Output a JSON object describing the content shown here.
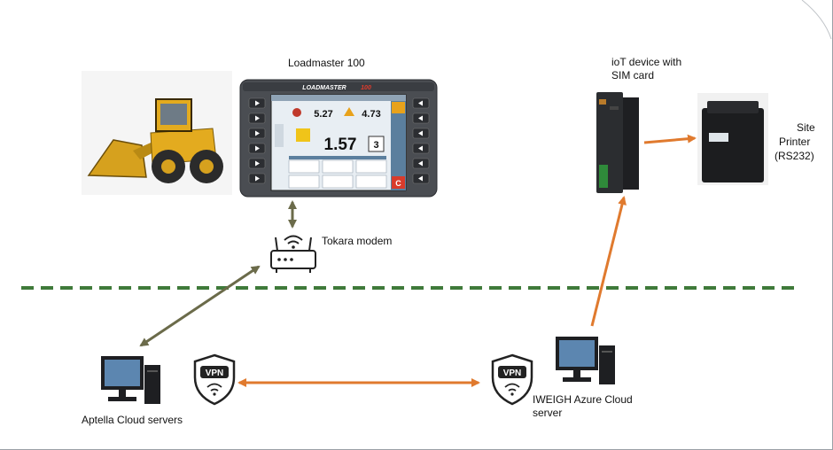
{
  "labels": {
    "loadmaster": "Loadmaster 100",
    "iot_line1": "ioT device with",
    "iot_line2": "SIM card",
    "printer_line1": "Site",
    "printer_line2": "Printer",
    "printer_line3": "(RS232)",
    "modem": "Tokara modem",
    "aptella": "Aptella Cloud servers",
    "iweigh_line1": "IWEIGH Azure Cloud",
    "iweigh_line2": "server"
  },
  "loadmaster_screen": {
    "brand": "LOADMASTER",
    "model": "100",
    "value_left": "5.27",
    "value_right": "4.73",
    "main_value": "1.57",
    "count": "3"
  },
  "vpn": {
    "left_text": "VPN",
    "right_text": "VPN"
  },
  "colors": {
    "boundary_dashes": "#3f7a3a",
    "orange_link": "#e07a2e",
    "olive_link": "#6b6b4a"
  }
}
